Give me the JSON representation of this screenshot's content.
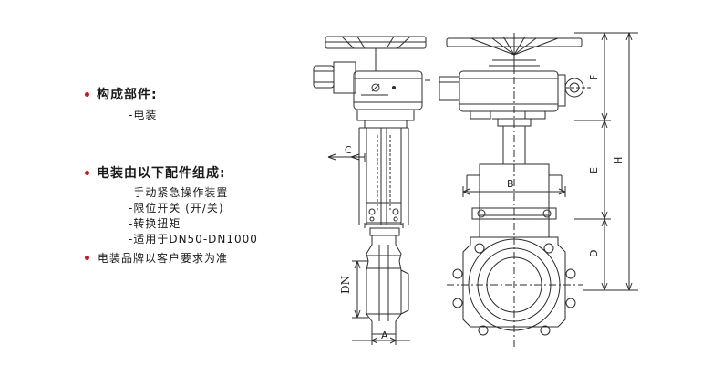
{
  "notes": {
    "components_heading": "构成部件:",
    "components_items": [
      "-电装"
    ],
    "actuator_heading": "电装由以下配件组成:",
    "actuator_items": [
      "-手动紧急操作装置",
      "-限位开关 (开/关)",
      "-转换扭矩",
      "-适用于DN50-DN1000"
    ],
    "brand_note": "电装品牌以客户要求为准"
  },
  "dimensions": {
    "c": "C",
    "dn": "DN",
    "a": "A",
    "b": "B",
    "f": "F",
    "e": "E",
    "d": "D",
    "h": "H"
  },
  "colors": {
    "bullet": "#d0151b",
    "line": "#2b2b2b"
  }
}
